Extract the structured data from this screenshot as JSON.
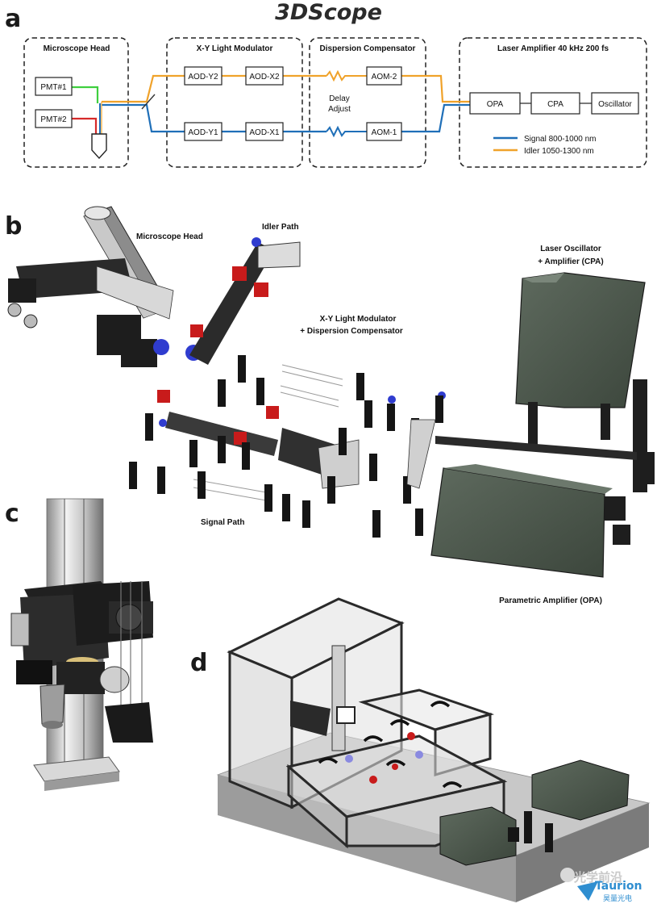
{
  "figure": {
    "title": "3DScope",
    "panel_labels": {
      "a": "a",
      "b": "b",
      "c": "c",
      "d": "d"
    }
  },
  "panel_a": {
    "groups": {
      "microscope_head": "Microscope Head",
      "xy_modulator": "X-Y Light Modulator",
      "dispersion": "Dispersion Compensator",
      "laser": "Laser Amplifier 40 kHz 200 fs"
    },
    "boxes": {
      "pmt1": "PMT#1",
      "pmt2": "PMT#2",
      "aod_y2": "AOD-Y2",
      "aod_x2": "AOD-X2",
      "aod_y1": "AOD-Y1",
      "aod_x1": "AOD-X1",
      "aom2": "AOM-2",
      "aom1": "AOM-1",
      "opa": "OPA",
      "cpa": "CPA",
      "oscillator": "Oscillator"
    },
    "delay_line1": "Delay",
    "delay_line2": "Adjust",
    "legend": {
      "signal": "Signal 800-1000 nm",
      "idler": "Idler 1050-1300 nm"
    },
    "colors": {
      "signal": "#1f6fb8",
      "idler": "#f0a22a",
      "pmt1_line": "#3fcf3f",
      "pmt2_line": "#d62a2a"
    }
  },
  "panel_b": {
    "labels": {
      "microscope_head": "Microscope Head",
      "idler_path": "Idler Path",
      "laser_osc_1": "Laser Oscillator",
      "laser_osc_2": "+ Amplifier (CPA)",
      "xy_1": "X-Y Light Modulator",
      "xy_2": "+ Dispersion Compensator",
      "signal_path": "Signal Path",
      "opa": "Parametric Amplifier (OPA)"
    }
  },
  "watermark": {
    "text": "光学前沿",
    "brand": "Taurion",
    "sub": "昊量光电"
  }
}
